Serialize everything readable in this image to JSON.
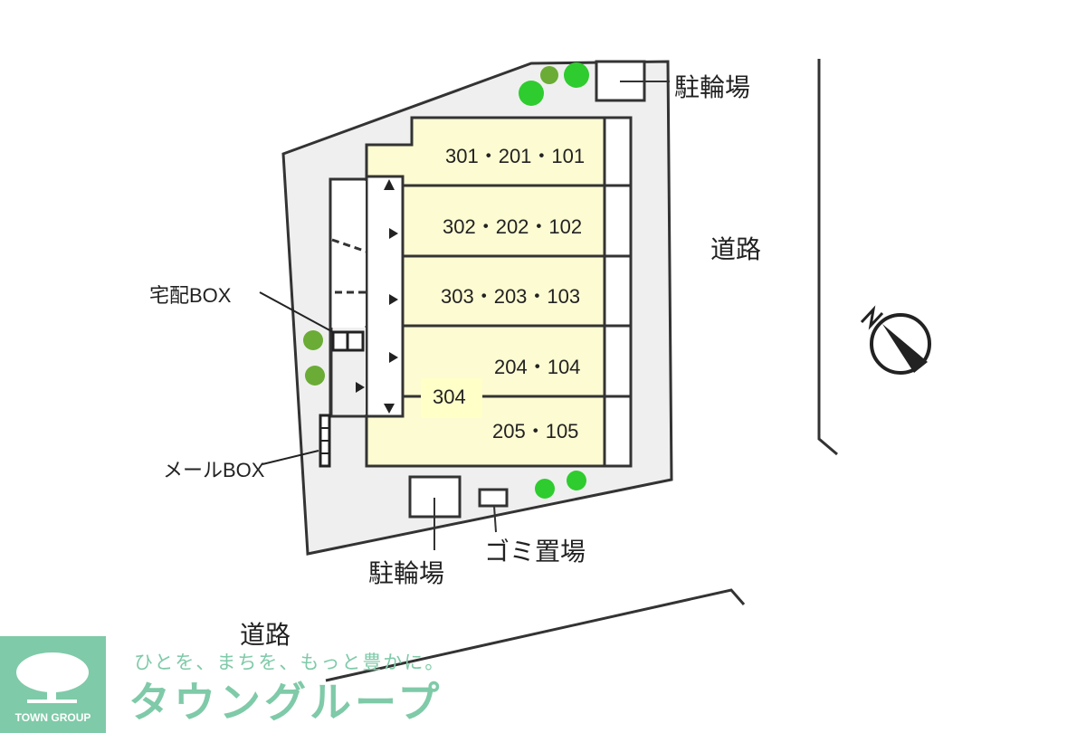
{
  "units": [
    "301・201・101",
    "302・202・102",
    "303・203・103",
    "204・104",
    "304",
    "205・105"
  ],
  "labels": {
    "bike_parking_top": "駐輪場",
    "bike_parking_bottom": "駐輪場",
    "road_east": "道路",
    "road_south": "道路",
    "delivery_box": "宅配BOX",
    "mail_box": "メールBOX",
    "garbage": "ゴミ置場",
    "north": "N"
  },
  "logo": {
    "name": "TOWN GROUP",
    "slogan": "ひとを、まちを、もっと豊かに。",
    "brand": "タウングループ"
  },
  "colors": {
    "lot": "#efefef",
    "building": "#fdfbd2",
    "tree": "#6aac35",
    "tree_bright": "#2ecc2e",
    "logo": "#7fcaa8"
  }
}
